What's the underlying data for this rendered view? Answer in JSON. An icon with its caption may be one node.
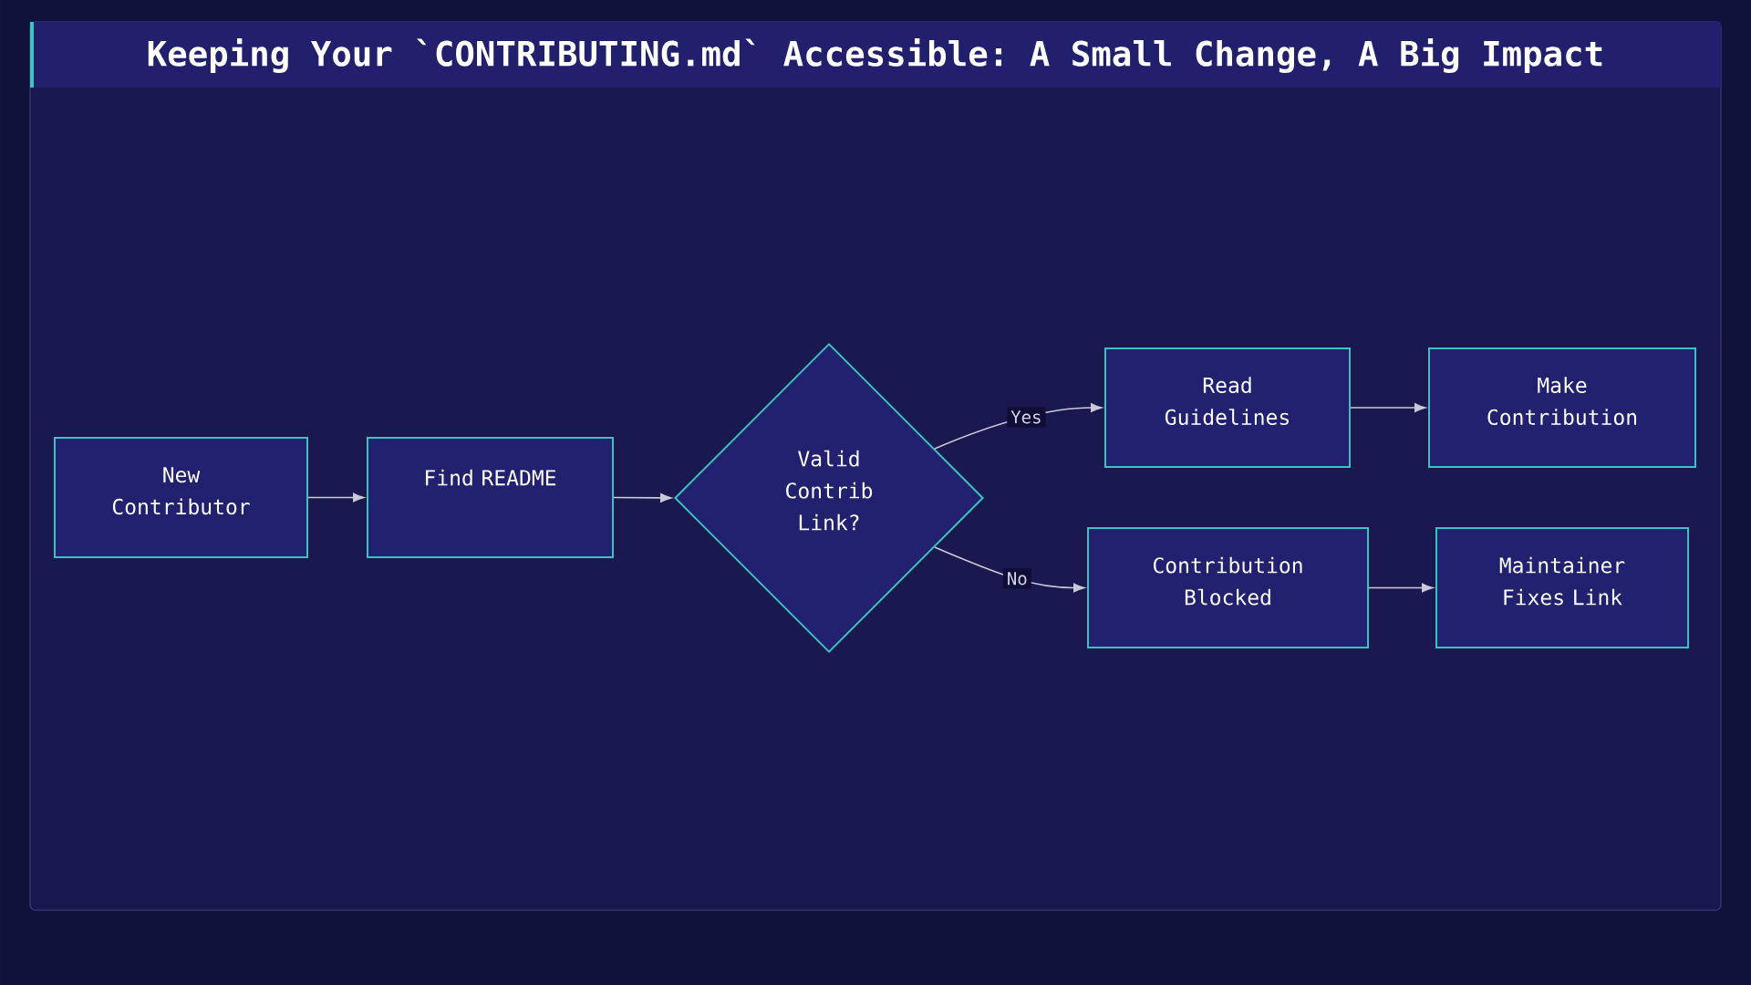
{
  "diagram": {
    "title": "Keeping Your `CONTRIBUTING.md` Accessible: A Small Change, A Big Impact",
    "nodes": [
      {
        "text": [
          "New Contributor"
        ]
      },
      {
        "text": [
          "Find README"
        ]
      },
      {
        "text": [
          "Valid Contrib Link?"
        ]
      },
      {
        "text": [
          "Read Guidelines"
        ]
      },
      {
        "text": [
          "Make Contribution"
        ]
      },
      {
        "text": [
          "Contribution Blocked"
        ]
      },
      {
        "text": [
          "Maintainer Fixes Link"
        ]
      }
    ],
    "edges": [
      {
        "from": 0,
        "to": 1,
        "arrow": "to"
      },
      {
        "from": 1,
        "to": 2,
        "arrow": "to"
      },
      {
        "from": 2,
        "to": 3,
        "arrow": "to",
        "label": "Yes"
      },
      {
        "from": 2,
        "to": 5,
        "arrow": "to",
        "label": "No"
      },
      {
        "from": 3,
        "to": 4,
        "arrow": "to"
      },
      {
        "from": 5,
        "to": 6,
        "arrow": "to"
      }
    ]
  }
}
